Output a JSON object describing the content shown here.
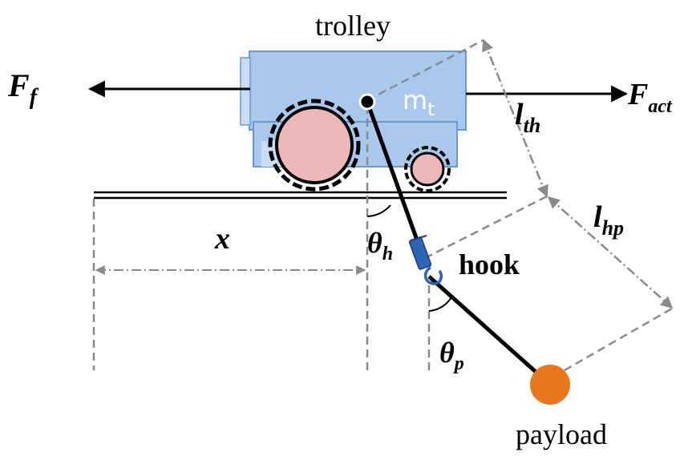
{
  "labels": {
    "trolley": "trolley",
    "hook": "hook",
    "payload": "payload",
    "x": "x",
    "mass_main": "m",
    "mass_sub": "t",
    "force_friction_main": "F",
    "force_friction_sub": "f",
    "force_act_main": "F",
    "force_act_sub": "act",
    "l_th_main": "l",
    "l_th_sub": "th",
    "l_hp_main": "l",
    "l_hp_sub": "hp",
    "theta_h_main": "θ",
    "theta_h_sub": "h",
    "theta_p_main": "θ",
    "theta_p_sub": "p"
  },
  "colors": {
    "trolley_body": "#a9c8ec",
    "trolley_outline": "#5e8fd0",
    "wheel": "#efb8b8",
    "hook": "#2f63b3",
    "payload": "#e8771f",
    "dashed": "#8a8a8a",
    "line": "#000000"
  }
}
